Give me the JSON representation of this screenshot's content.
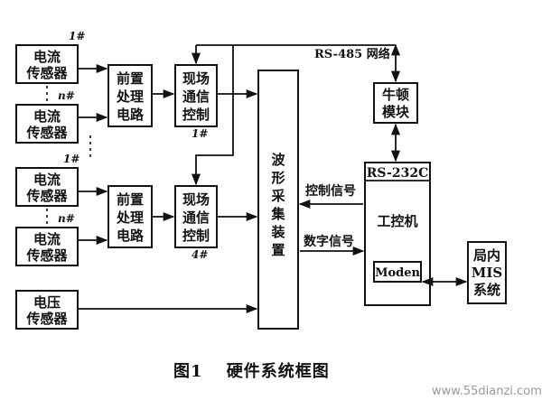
{
  "sensors": {
    "current_label": [
      "电流",
      "传感器"
    ],
    "voltage_label": [
      "电压",
      "传感器"
    ],
    "index_first": "1#",
    "index_last": "n#"
  },
  "preprocess": {
    "label": [
      "前置",
      "处理",
      "电路"
    ]
  },
  "fieldbus": {
    "label": [
      "现场",
      "通信",
      "控制"
    ],
    "index_a": "1#",
    "index_b": "4#"
  },
  "waveform": {
    "label": [
      "波",
      "形",
      "采",
      "集",
      "装",
      "置"
    ]
  },
  "network": {
    "label": "RS-485 网络"
  },
  "newton": {
    "label": [
      "牛顿",
      "模块"
    ]
  },
  "ipc": {
    "port_label": "RS-232C",
    "label": "工控机",
    "modem_label": "Moden"
  },
  "mis": {
    "label": [
      "局内",
      "MIS",
      "系统"
    ]
  },
  "signals": {
    "control": "控制信号",
    "digital": "数字信号"
  },
  "caption": "图1　 硬件系统框图",
  "watermark": "www.55dianzi.com"
}
